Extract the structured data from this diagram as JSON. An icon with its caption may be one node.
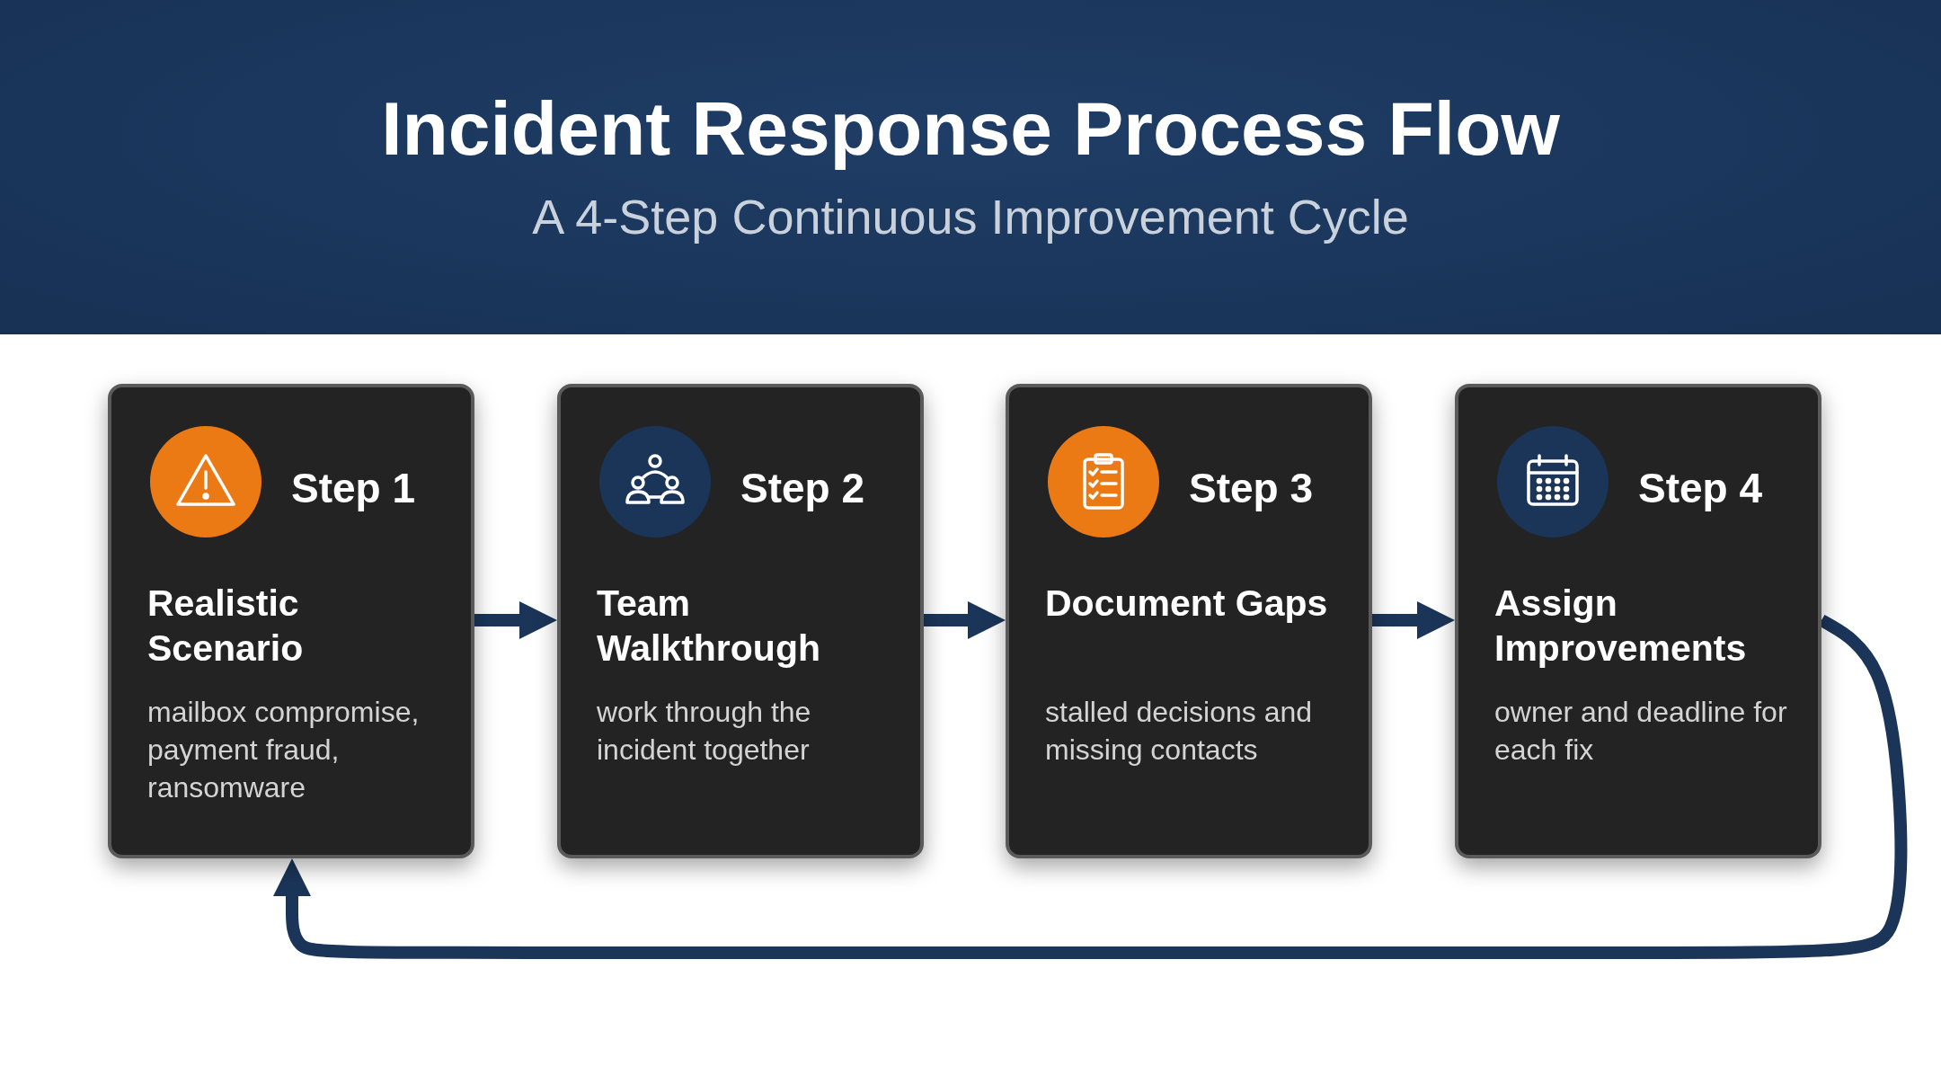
{
  "diagram": {
    "title": "Incident Response Process Flow",
    "caption": "A 4-Step Continuous Improvement Cycle",
    "nodes": [
      {
        "text": [
          "Step 1",
          "Realistic Scenario",
          "mailbox compromise, payment fraud, ransomware"
        ]
      },
      {
        "text": [
          "Step 2",
          "Team Walkthrough",
          "work through the incident together"
        ]
      },
      {
        "text": [
          "Step 3",
          "Document Gaps",
          "stalled decisions and missing contacts"
        ]
      },
      {
        "text": [
          "Step 4",
          "Assign Improvements",
          "owner and deadline for each fix"
        ]
      }
    ],
    "edges": [
      {
        "from": 0,
        "to": 1,
        "arrow": "to"
      },
      {
        "from": 1,
        "to": 2,
        "arrow": "to"
      },
      {
        "from": 2,
        "to": 3,
        "arrow": "to"
      },
      {
        "from": 3,
        "to": 0,
        "arrow": "to"
      }
    ]
  }
}
